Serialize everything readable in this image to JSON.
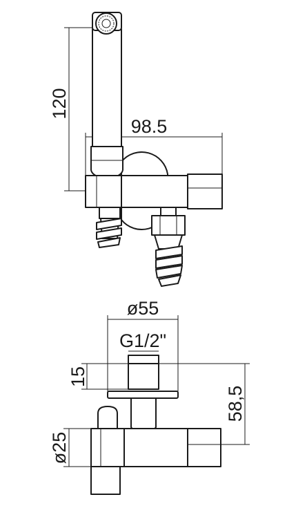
{
  "dimensions": {
    "height_handshower": "120",
    "width_total": "98.5",
    "diameter_plate": "ø55",
    "thread": "G1/2\"",
    "nut_height": "15",
    "depth_total": "58,5",
    "diameter_body": "ø25"
  }
}
